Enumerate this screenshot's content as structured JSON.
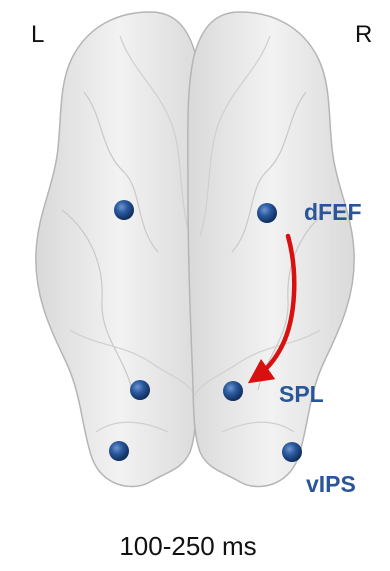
{
  "hemisphere_labels": {
    "left": "L",
    "right": "R"
  },
  "regions": [
    {
      "id": "dfef",
      "label": "dFEF"
    },
    {
      "id": "spl",
      "label": "SPL"
    },
    {
      "id": "vips",
      "label": "vIPS"
    }
  ],
  "connection": {
    "from": "dFEF",
    "to": "SPL"
  },
  "time_window": "100-250 ms",
  "colors": {
    "node": "#1f4e8c",
    "region_label": "#2a5699",
    "arrow": "#d91010",
    "brain_fill": "#e9e9e9",
    "brain_outline": "#b5b5b5"
  }
}
